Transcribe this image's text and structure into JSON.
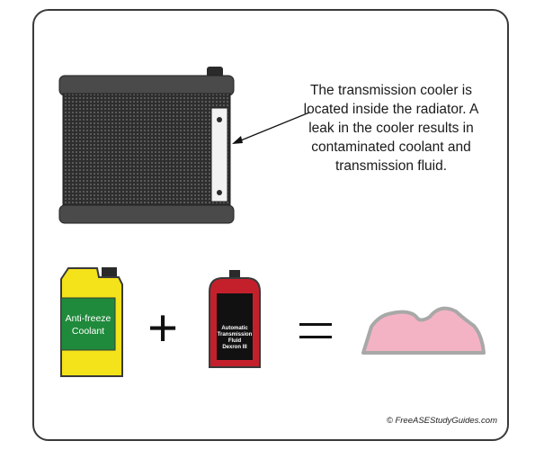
{
  "caption": "The transmission cooler is located inside the radiator. A leak in the cooler results in contaminated coolant and transmission fluid.",
  "coolant_label_line1": "Anti-freeze",
  "coolant_label_line2": "Coolant",
  "atf_label_line1": "Automatic",
  "atf_label_line2": "Transmission",
  "atf_label_line3": "Fluid",
  "atf_label_line4": "Dexron III",
  "plus_sign": "+",
  "equals_sign": "=",
  "copyright": "© FreeASEStudyGuides.com",
  "colors": {
    "radiator_core": "#2b2b2b",
    "radiator_tank": "#4a4a4a",
    "coolant_jug": "#f4e21a",
    "coolant_label": "#1f8a3b",
    "atf_bottle": "#c4202c",
    "sludge_fill": "#f4b3c4",
    "sludge_outline": "#a8a8a8"
  }
}
